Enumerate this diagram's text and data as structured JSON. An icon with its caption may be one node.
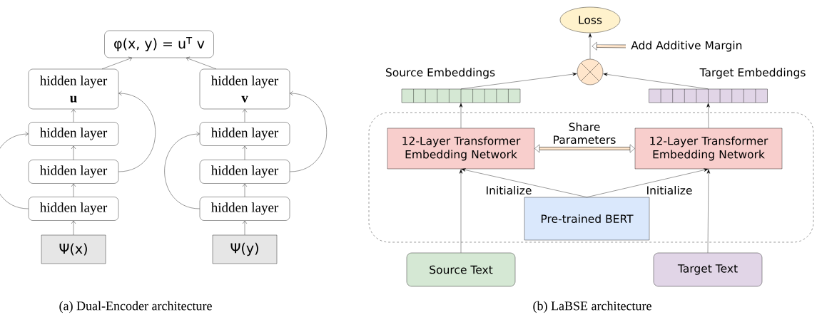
{
  "diagram": {
    "nodes": [
      {
        "text": [
          "φ(x, y) = u$^{T}$ v"
        ]
      },
      {
        "text": [
          "hidden layer",
          "u"
        ]
      },
      {
        "text": [
          "hidden layer"
        ]
      },
      {
        "text": [
          "hidden layer"
        ]
      },
      {
        "text": [
          "hidden layer"
        ]
      },
      {
        "text": [
          "Ψ(x)"
        ]
      },
      {
        "text": [
          "hidden layer",
          "v"
        ]
      },
      {
        "text": [
          "hidden layer"
        ]
      },
      {
        "text": [
          "hidden layer"
        ]
      },
      {
        "text": [
          "hidden layer"
        ]
      },
      {
        "text": [
          "Ψ(y)"
        ]
      },
      {
        "text": [
          "Loss"
        ]
      },
      {
        "text": [],
        "shape": "circle"
      },
      {
        "text": [
          "Source Embeddings"
        ]
      },
      {
        "text": [
          "Target Embeddings"
        ]
      },
      {
        "text": [],
        "shape": "box"
      },
      {
        "text": [
          "12-Layer Transformer Embedding Network"
        ],
        "in": 15
      },
      {
        "text": [
          "12-Layer Transformer Embedding Network"
        ],
        "in": 15
      },
      {
        "text": [
          "Pre-trained BERT"
        ],
        "in": 15
      },
      {
        "text": [
          "Source Text"
        ]
      },
      {
        "text": [
          "Target Text"
        ]
      },
      {
        "text": [
          "Add Additive Margin"
        ]
      }
    ],
    "edges": [
      {
        "from": 5,
        "to": 4,
        "arrow": "to"
      },
      {
        "from": 4,
        "to": 3,
        "arrow": "to"
      },
      {
        "from": 3,
        "to": 2,
        "arrow": "to"
      },
      {
        "from": 2,
        "to": 1,
        "arrow": "to"
      },
      {
        "from": 1,
        "to": 0,
        "arrow": "to"
      },
      {
        "from": 4,
        "to": 2,
        "arrow": "to"
      },
      {
        "from": 3,
        "to": 1,
        "arrow": "to"
      },
      {
        "from": 10,
        "to": 9,
        "arrow": "to"
      },
      {
        "from": 9,
        "to": 8,
        "arrow": "to"
      },
      {
        "from": 8,
        "to": 7,
        "arrow": "to"
      },
      {
        "from": 7,
        "to": 6,
        "arrow": "to"
      },
      {
        "from": 6,
        "to": 0,
        "arrow": "to"
      },
      {
        "from": 9,
        "to": 7,
        "arrow": "to"
      },
      {
        "from": 8,
        "to": 6,
        "arrow": "to"
      },
      {
        "from": 12,
        "to": 11,
        "arrow": "to"
      },
      {
        "from": 13,
        "to": 12,
        "arrow": "to"
      },
      {
        "from": 14,
        "to": 12,
        "arrow": "to"
      },
      {
        "from": 16,
        "to": 13,
        "arrow": "to"
      },
      {
        "from": 17,
        "to": 14,
        "arrow": "to"
      },
      {
        "from": 16,
        "to": 17,
        "arrow": "both",
        "label": "Share Parameters",
        "style": "thick"
      },
      {
        "from": 18,
        "to": 16,
        "arrow": "to",
        "label": "Initialize"
      },
      {
        "from": 18,
        "to": 17,
        "arrow": "to",
        "label": "Initialize"
      },
      {
        "from": 19,
        "to": 16,
        "arrow": "to"
      },
      {
        "from": 20,
        "to": 17,
        "arrow": "to"
      },
      {
        "from": 21,
        "to": 12,
        "arrow": "to",
        "style": "thick"
      }
    ],
    "labels": [
      "(a) Dual-Encoder architecture",
      "(b) LaBSE architecture"
    ]
  }
}
